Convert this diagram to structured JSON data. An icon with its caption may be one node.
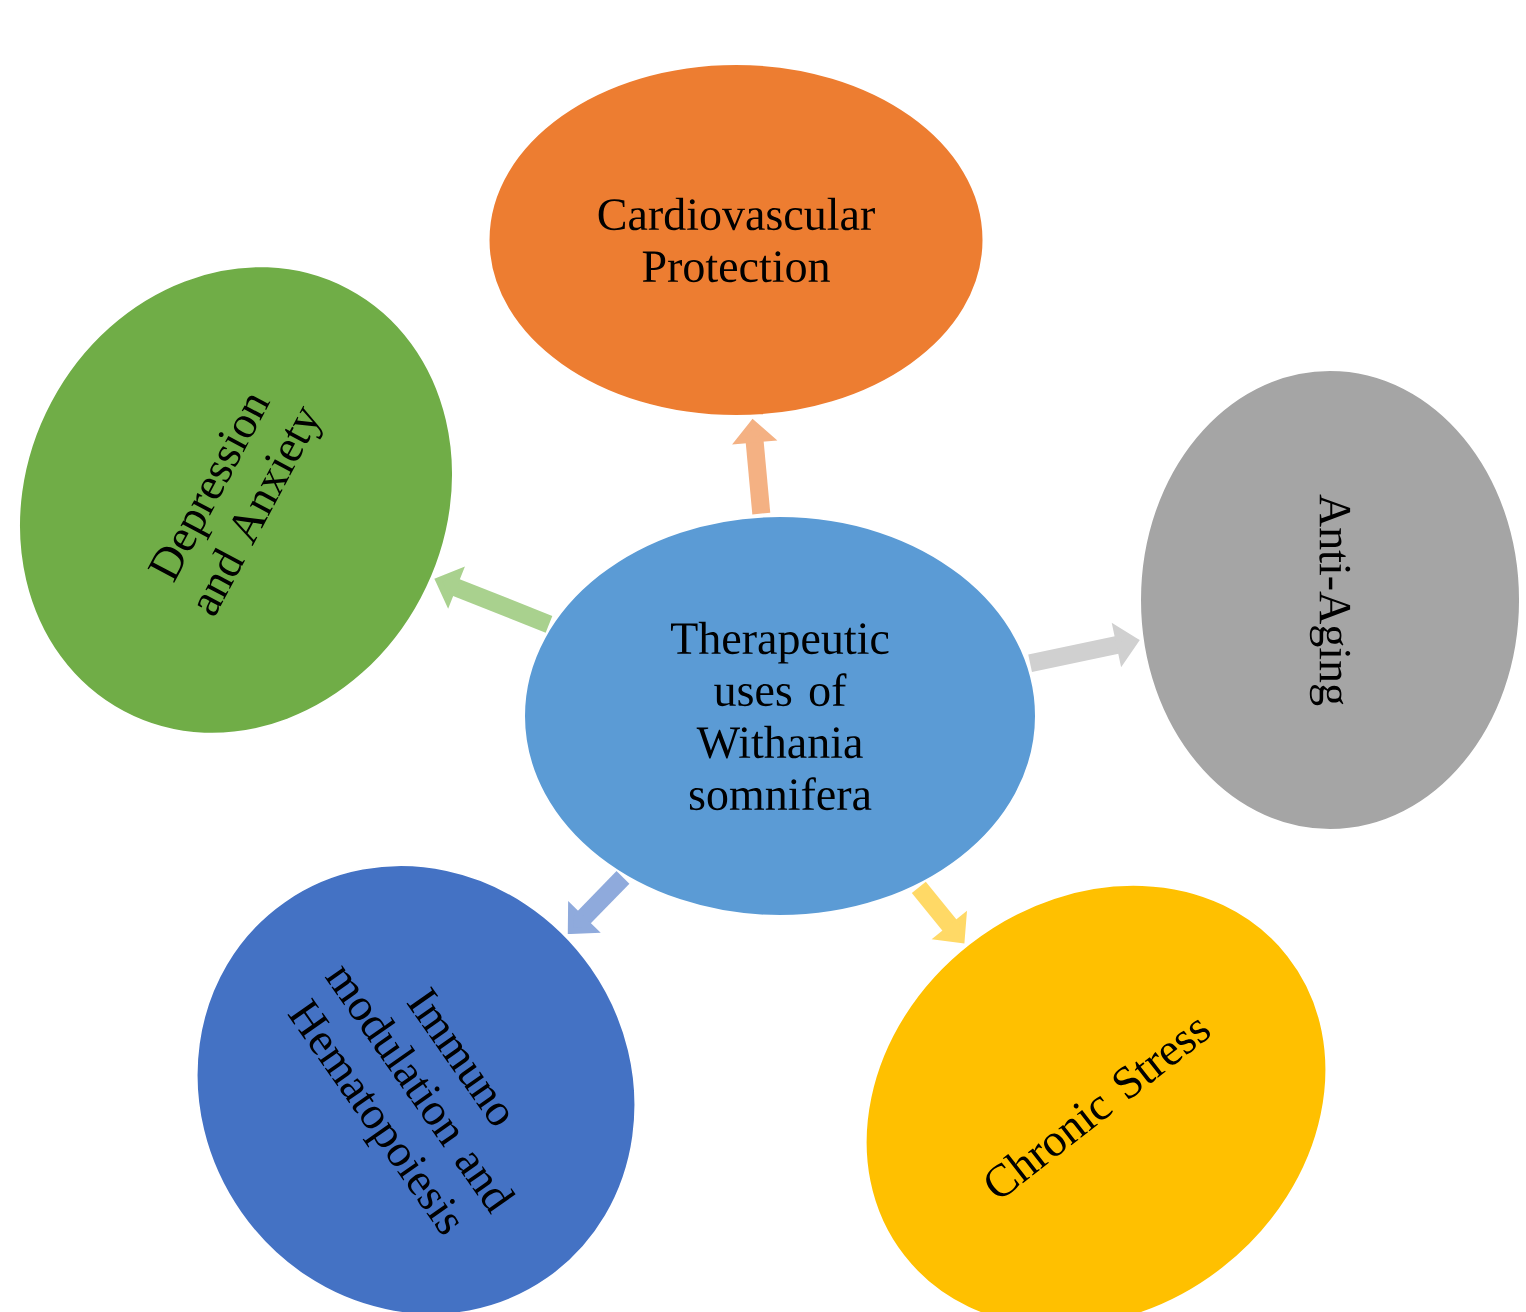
{
  "diagram": {
    "nodes": [
      {
        "text": [
          "Therapeutic uses of Withania somnifera"
        ]
      },
      {
        "text": [
          "Cardiovascular Protection"
        ]
      },
      {
        "text": [
          "Anti-Aging"
        ]
      },
      {
        "text": [
          "Chronic Stress"
        ]
      },
      {
        "text": [
          "Immuno modulation and Hematopoiesis"
        ]
      },
      {
        "text": [
          "Depression and Anxiety"
        ]
      }
    ],
    "edges": [
      {
        "from": 0,
        "to": 1,
        "arrow": "to",
        "color": "#f4b183"
      },
      {
        "from": 0,
        "to": 2,
        "arrow": "to",
        "color": "#d0d0d0"
      },
      {
        "from": 0,
        "to": 3,
        "arrow": "to",
        "color": "#ffd966"
      },
      {
        "from": 0,
        "to": 4,
        "arrow": "to",
        "color": "#8faadc"
      },
      {
        "from": 0,
        "to": 5,
        "arrow": "to",
        "color": "#a9d18e"
      }
    ]
  }
}
